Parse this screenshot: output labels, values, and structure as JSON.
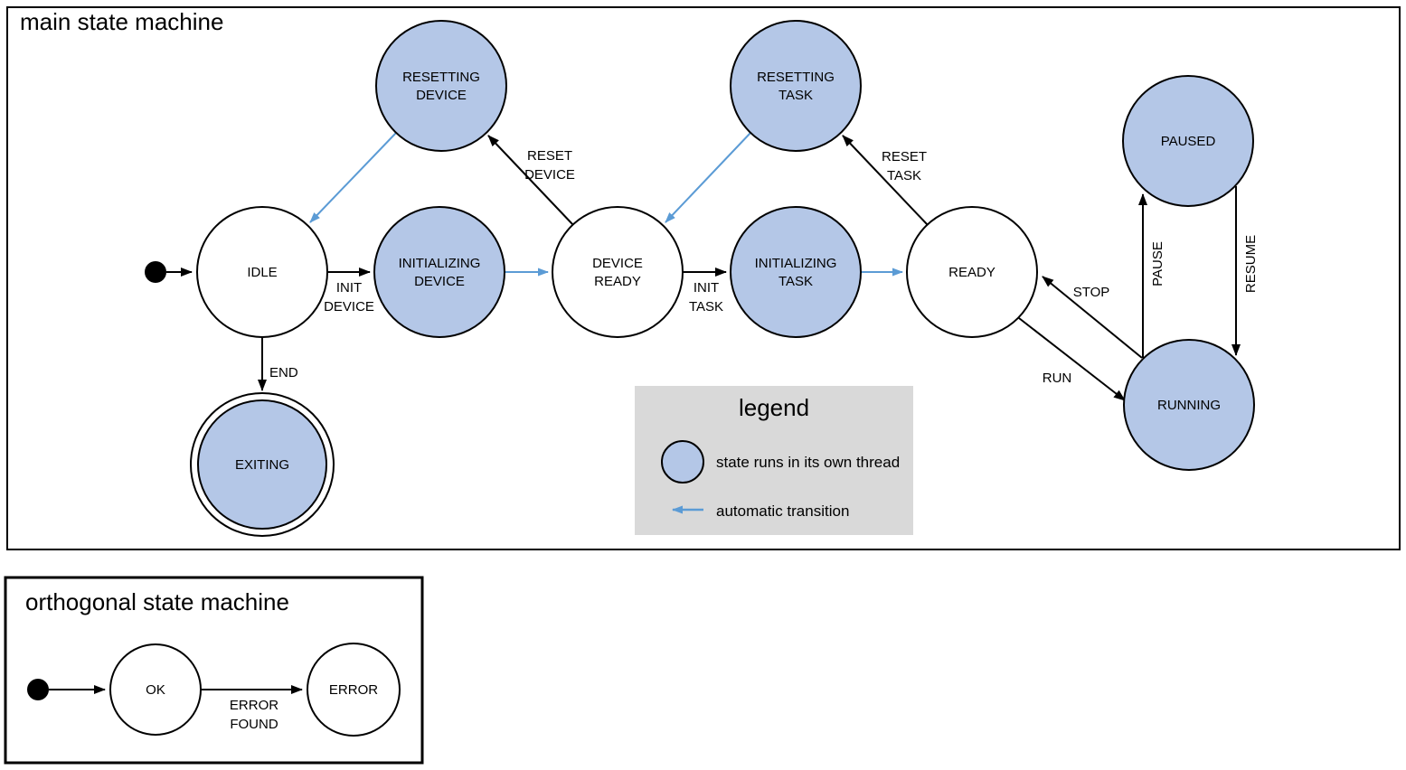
{
  "colors": {
    "thread_fill": "#b4c7e7",
    "auto_transition": "#5b9bd5",
    "legend_bg": "#d9d9d9",
    "line": "#000000"
  },
  "main": {
    "title": "main state machine",
    "states": {
      "idle": "IDLE",
      "resetting_device": [
        "RESETTING",
        "DEVICE"
      ],
      "initializing_device": [
        "INITIALIZING",
        "DEVICE"
      ],
      "device_ready": [
        "DEVICE",
        "READY"
      ],
      "resetting_task": [
        "RESETTING",
        "TASK"
      ],
      "initializing_task": [
        "INITIALIZING",
        "TASK"
      ],
      "ready": "READY",
      "paused": "PAUSED",
      "running": "RUNNING",
      "exiting": "EXITING"
    },
    "transitions": {
      "init_device": [
        "INIT",
        "DEVICE"
      ],
      "reset_device": [
        "RESET",
        "DEVICE"
      ],
      "init_task": [
        "INIT",
        "TASK"
      ],
      "reset_task": [
        "RESET",
        "TASK"
      ],
      "run": "RUN",
      "stop": "STOP",
      "pause": "PAUSE",
      "resume": "RESUME",
      "end": "END"
    }
  },
  "legend": {
    "title": "legend",
    "thread_label": "state runs in its own thread",
    "auto_label": "automatic transition"
  },
  "orthogonal": {
    "title": "orthogonal state machine",
    "states": {
      "ok": "OK",
      "error": "ERROR"
    },
    "transitions": {
      "error_found": [
        "ERROR",
        "FOUND"
      ]
    }
  }
}
